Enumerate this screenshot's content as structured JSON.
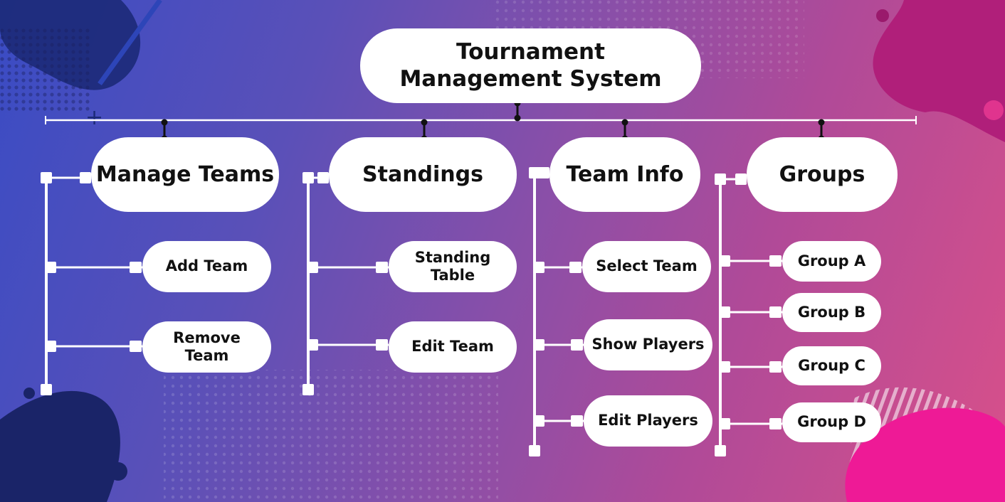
{
  "diagram": {
    "title": "Tournament Management System",
    "categories": [
      {
        "label": "Manage Teams",
        "items": [
          "Add Team",
          "Remove Team"
        ]
      },
      {
        "label": "Standings",
        "items": [
          "Standing Table",
          "Edit Team"
        ]
      },
      {
        "label": "Team Info",
        "items": [
          "Select Team",
          "Show Players",
          "Edit Players"
        ]
      },
      {
        "label": "Groups",
        "items": [
          "Group A",
          "Group B",
          "Group C",
          "Group D"
        ]
      }
    ]
  },
  "colors": {
    "background_left": "#3a4cc4",
    "background_right": "#d8508a",
    "node_fill": "#ffffff",
    "node_text": "#111111",
    "connector": "#ffffff",
    "joint": "#111111"
  }
}
